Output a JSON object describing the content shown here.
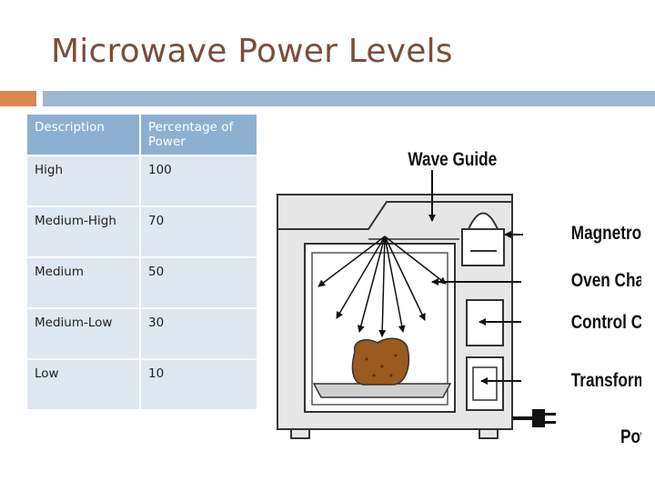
{
  "slide": {
    "title": "Microwave Power Levels"
  },
  "table": {
    "headers": [
      "Description",
      "Percentage of Power"
    ],
    "rows": [
      {
        "description": "High",
        "percentage": "100"
      },
      {
        "description": "Medium-High",
        "percentage": "70"
      },
      {
        "description": "Medium",
        "percentage": "50"
      },
      {
        "description": "Medium-Low",
        "percentage": "30"
      },
      {
        "description": "Low",
        "percentage": "10"
      }
    ]
  },
  "diagram": {
    "labels": {
      "wave_guide": "Wave Guide",
      "magnetron": "Magnetron",
      "oven_chamber": "Oven Chamber",
      "control_circuit": "Control Circuit",
      "transformer": "Transformer",
      "power": "Power"
    }
  },
  "colors": {
    "title": "#7a4e3c",
    "accent_orange": "#d9874d",
    "accent_blue": "#9cb7d1",
    "table_header": "#8eb0d0",
    "table_cell": "#dfe7f0",
    "food": "#9b5a1e"
  }
}
